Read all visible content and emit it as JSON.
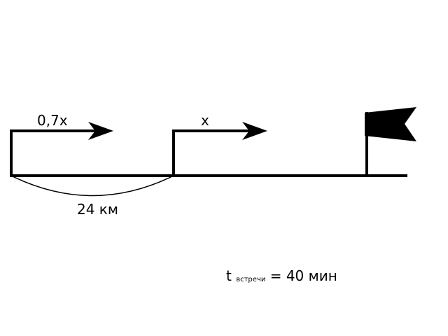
{
  "diagram": {
    "colors": {
      "stroke": "#000000",
      "background": "#ffffff"
    },
    "objects": {
      "object_1": {
        "speed_label": "0,7x"
      },
      "object_2": {
        "speed_label": "x"
      }
    },
    "distance_label": "24 км",
    "meeting": {
      "symbol": "t",
      "subscript": "встречи",
      "equals": "=",
      "value": "40 мин"
    },
    "finish_icon": "flag-icon"
  }
}
